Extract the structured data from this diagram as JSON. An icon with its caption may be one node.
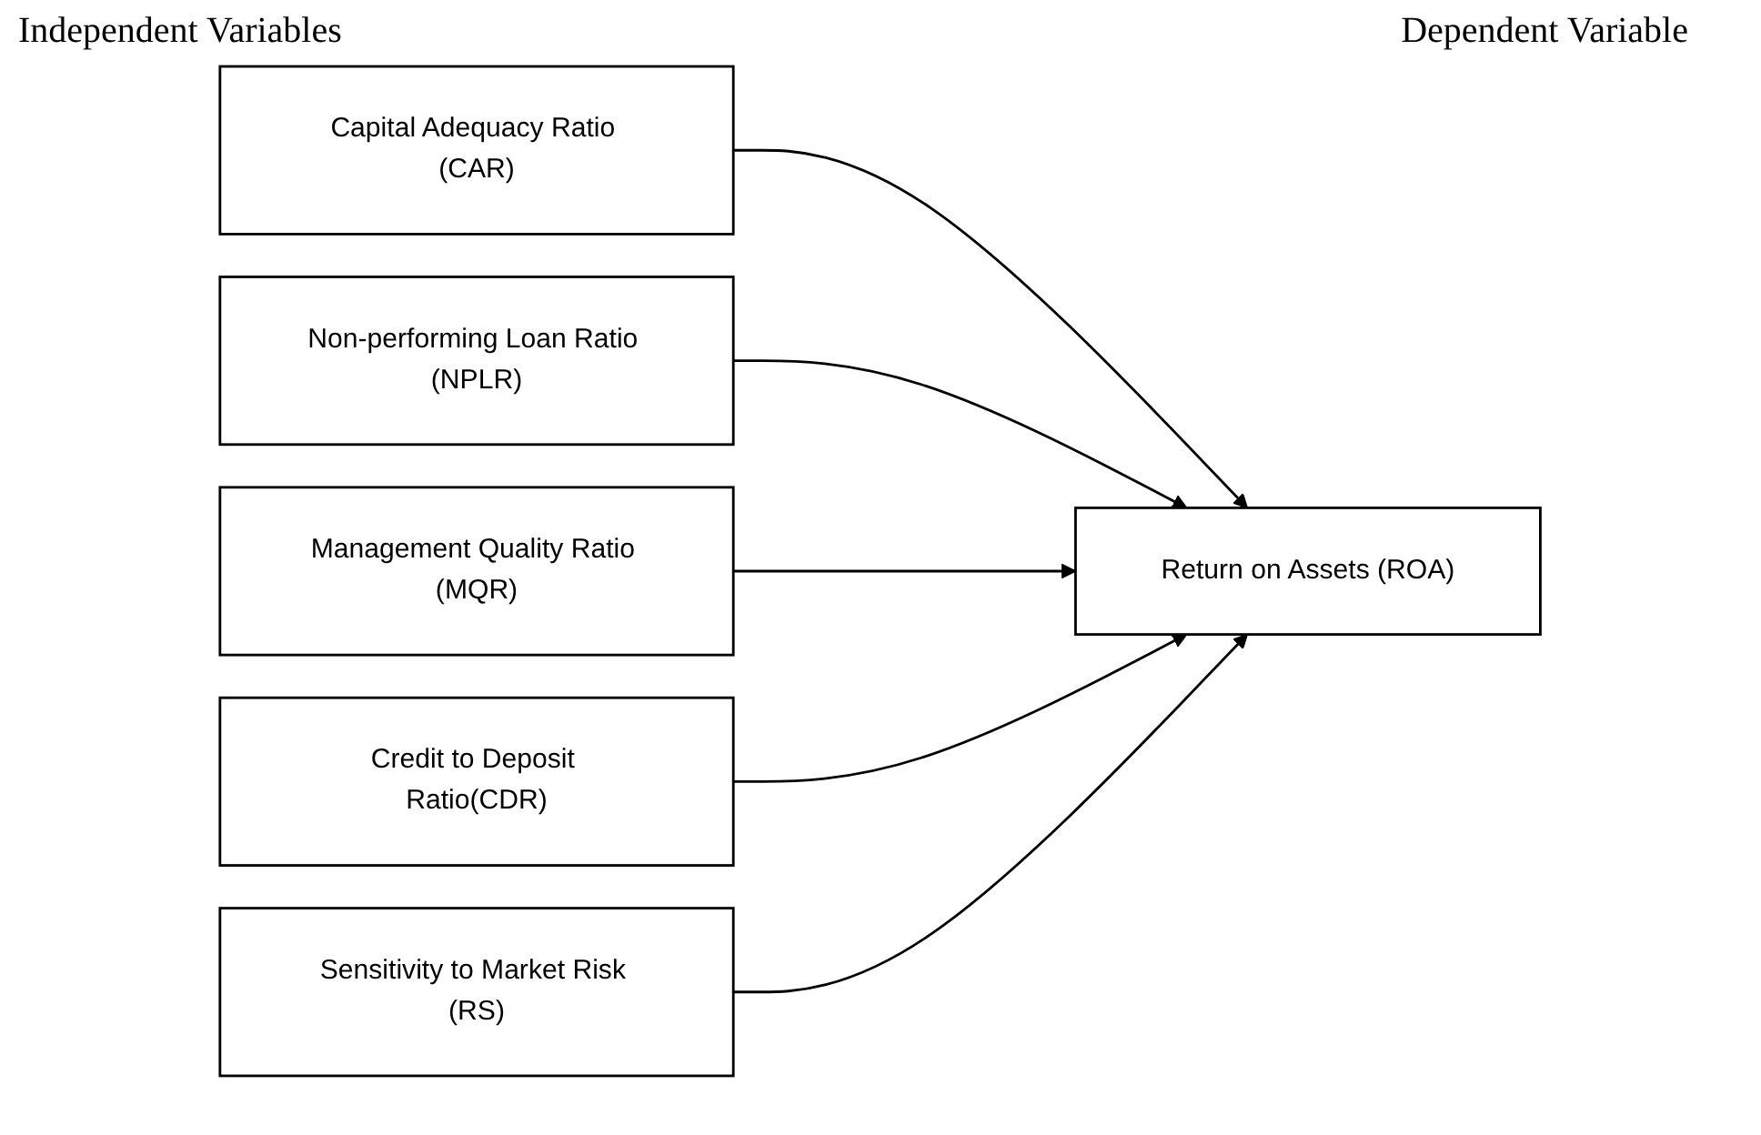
{
  "diagram": {
    "nodes": [
      {
        "text": [
          "Capital Adequacy Ratio (CAR)"
        ]
      },
      {
        "text": [
          "Non-performing Loan Ratio (NPLR)"
        ]
      },
      {
        "text": [
          "Management Quality Ratio (MQR)"
        ]
      },
      {
        "text": [
          "Credit to Deposit Ratio(CDR)"
        ]
      },
      {
        "text": [
          "Sensitivity to Market Risk (RS)"
        ]
      },
      {
        "text": [
          "Return on Assets (ROA)"
        ]
      }
    ],
    "edges": [
      {
        "from": 0,
        "to": 5,
        "arrow": "to"
      },
      {
        "from": 1,
        "to": 5,
        "arrow": "to"
      },
      {
        "from": 2,
        "to": 5,
        "arrow": "to"
      },
      {
        "from": 3,
        "to": 5,
        "arrow": "to"
      },
      {
        "from": 4,
        "to": 5,
        "arrow": "to"
      }
    ],
    "labels": [
      "Independent Variables",
      "Dependent Variable"
    ]
  }
}
